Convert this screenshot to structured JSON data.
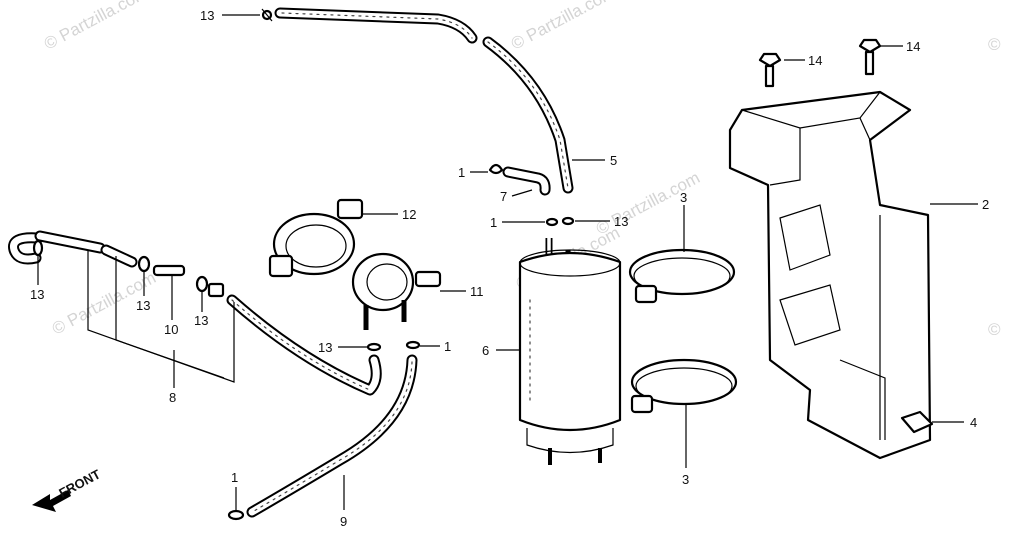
{
  "watermarks": {
    "wm1": "© Partzilla.com",
    "wm2": "© Partzilla.com",
    "wm3": "© Partzilla.com",
    "wm4": "© Partzilla.com",
    "wm5": "© Partzilla.com",
    "wm6": "©",
    "wm7": "©"
  },
  "labels": {
    "l13_top": "13",
    "l14_left": "14",
    "l14_right": "14",
    "l1_upper": "1",
    "l5": "5",
    "l7": "7",
    "l1_mid": "1",
    "l13_mid": "13",
    "l3_top": "3",
    "l2": "2",
    "l12": "12",
    "l11": "11",
    "l13_lower": "13",
    "l1_lower": "1",
    "l6": "6",
    "l13_left": "13",
    "l13_a": "13",
    "l10": "10",
    "l13_b": "13",
    "l8": "8",
    "l4": "4",
    "l3_bottom": "3",
    "l1_bottom": "1",
    "l9": "9",
    "front": "FRONT"
  }
}
